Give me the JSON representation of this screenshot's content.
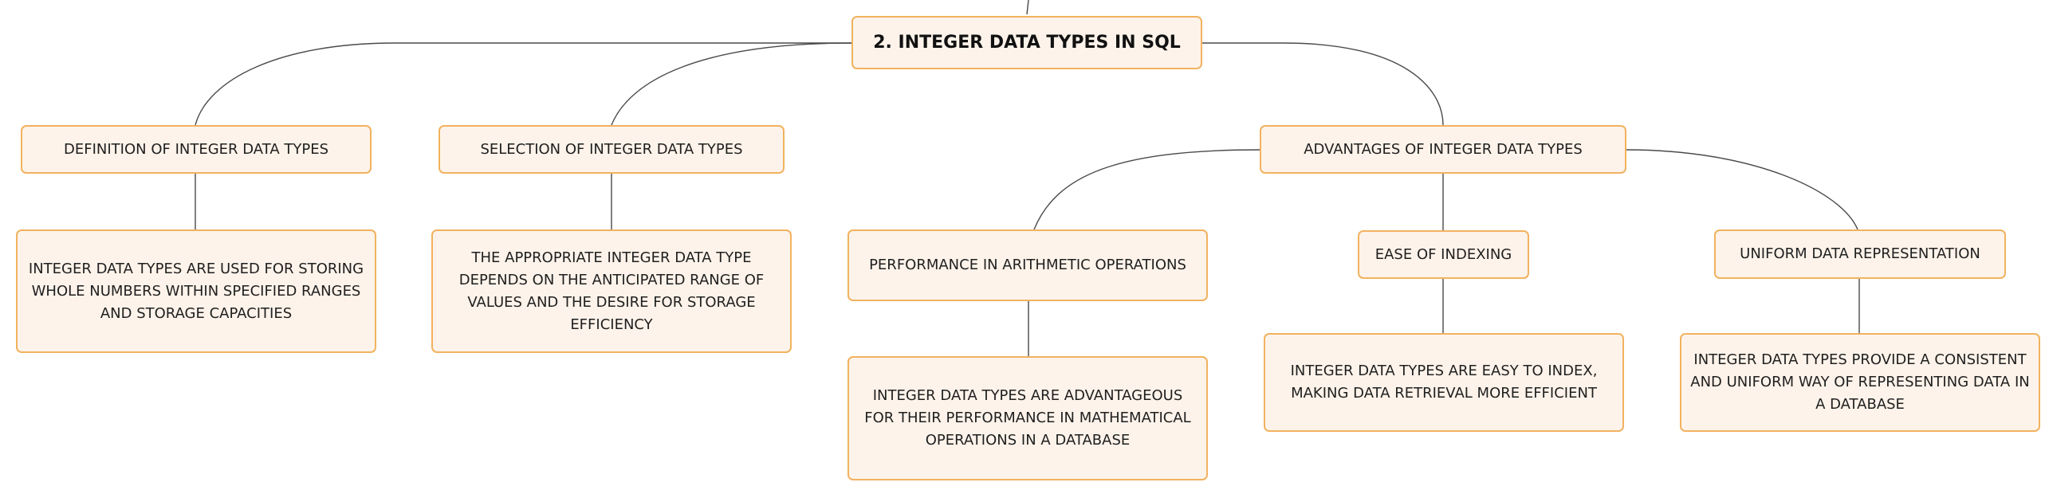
{
  "diagram": {
    "root": {
      "label": "2. INTEGER DATA TYPES IN SQL"
    },
    "branches": [
      {
        "label": "DEFINITION OF INTEGER DATA TYPES",
        "detail": "INTEGER DATA TYPES ARE USED FOR STORING WHOLE NUMBERS WITHIN SPECIFIED RANGES AND STORAGE CAPACITIES"
      },
      {
        "label": "SELECTION OF INTEGER DATA TYPES",
        "detail": "THE APPROPRIATE INTEGER DATA TYPE DEPENDS ON THE ANTICIPATED RANGE OF VALUES AND THE DESIRE FOR STORAGE EFFICIENCY"
      },
      {
        "label": "ADVANTAGES OF INTEGER DATA TYPES",
        "children": [
          {
            "label": "PERFORMANCE IN ARITHMETIC OPERATIONS",
            "detail": "INTEGER DATA TYPES ARE ADVANTAGEOUS FOR THEIR PERFORMANCE IN MATHEMATICAL OPERATIONS IN A DATABASE"
          },
          {
            "label": "EASE OF INDEXING",
            "detail": "INTEGER DATA TYPES ARE EASY TO INDEX, MAKING DATA RETRIEVAL MORE EFFICIENT"
          },
          {
            "label": "UNIFORM DATA REPRESENTATION",
            "detail": "INTEGER DATA TYPES PROVIDE A CONSISTENT AND UNIFORM WAY OF REPRESENTING DATA IN A DATABASE"
          }
        ]
      }
    ]
  },
  "colors": {
    "node_fill": "#fdf3ea",
    "node_border": "#f2b25f",
    "connector": "#4a4a4a",
    "text": "#1f1f1f"
  }
}
